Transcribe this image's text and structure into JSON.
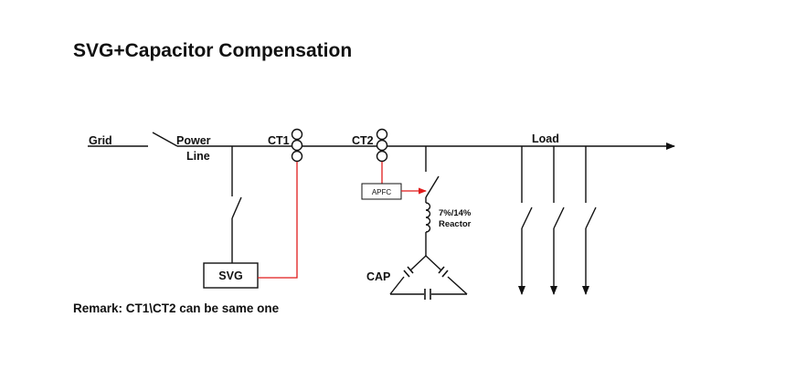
{
  "title": "SVG+Capacitor Compensation",
  "labels": {
    "grid": "Grid",
    "power": "Power",
    "line": "Line",
    "ct1": "CT1",
    "ct2": "CT2",
    "load": "Load",
    "apfc": "APFC",
    "reactor_rating": "7%/14%",
    "reactor": "Reactor",
    "svg": "SVG",
    "cap": "CAP"
  },
  "remark": "Remark: CT1\\CT2 can be same one",
  "colors": {
    "line": "#111111",
    "signal": "#e01b1b"
  }
}
